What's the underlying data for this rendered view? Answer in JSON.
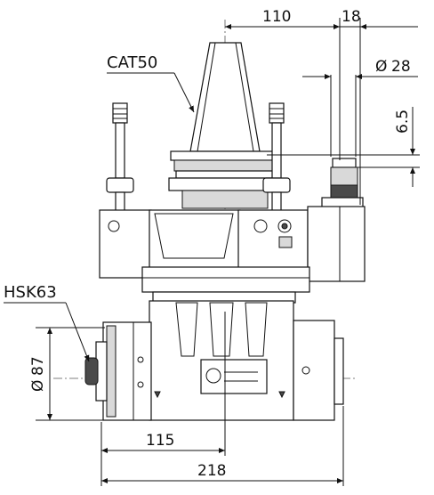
{
  "labels": {
    "spindle_taper": "CAT50",
    "output_interface": "HSK63"
  },
  "dimensions": {
    "top_offset": "110",
    "top_small": "18",
    "diameter_small": "28",
    "vertical_small": "6.5",
    "diameter_output": "87",
    "center_offset": "115",
    "overall_width": "218"
  },
  "symbols": {
    "diameter": "Ø"
  }
}
